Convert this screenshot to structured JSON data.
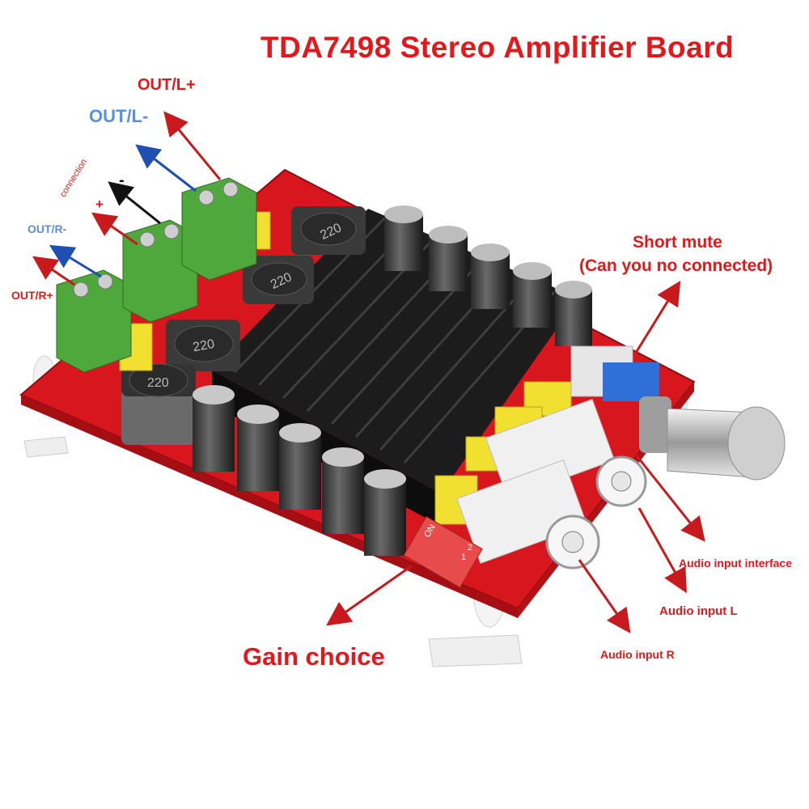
{
  "title": "TDA7498  Stereo Amplifier Board",
  "labels": {
    "out_l_plus": "OUT/L+",
    "out_l_minus": "OUT/L-",
    "connection": "connection",
    "minus": "-",
    "plus": "+",
    "out_r_minus": "OUT/R-",
    "out_r_plus": "OUT/R+",
    "short_mute_line1": "Short mute",
    "short_mute_line2": "(Can you no connected)",
    "audio_input_interface": "Audio input interface",
    "audio_input_l": "Audio input L",
    "audio_input_r": "Audio input R",
    "gain_choice": "Gain choice"
  },
  "board_markings": {
    "inductor": "220",
    "dip_switch_on": "ON",
    "dip_switch_1": "1",
    "dip_switch_2": "2"
  },
  "colors": {
    "label_red": "#e3181b",
    "label_blue": "#5b8fd6",
    "arrow_red": "#c81a1c",
    "arrow_blue": "#1f4fb0",
    "arrow_black": "#111111",
    "pcb_red": "#d8161d",
    "heatsink": "#1c1c1c",
    "terminal_green": "#4fa83c",
    "capacitor_yellow": "#f2e030"
  }
}
